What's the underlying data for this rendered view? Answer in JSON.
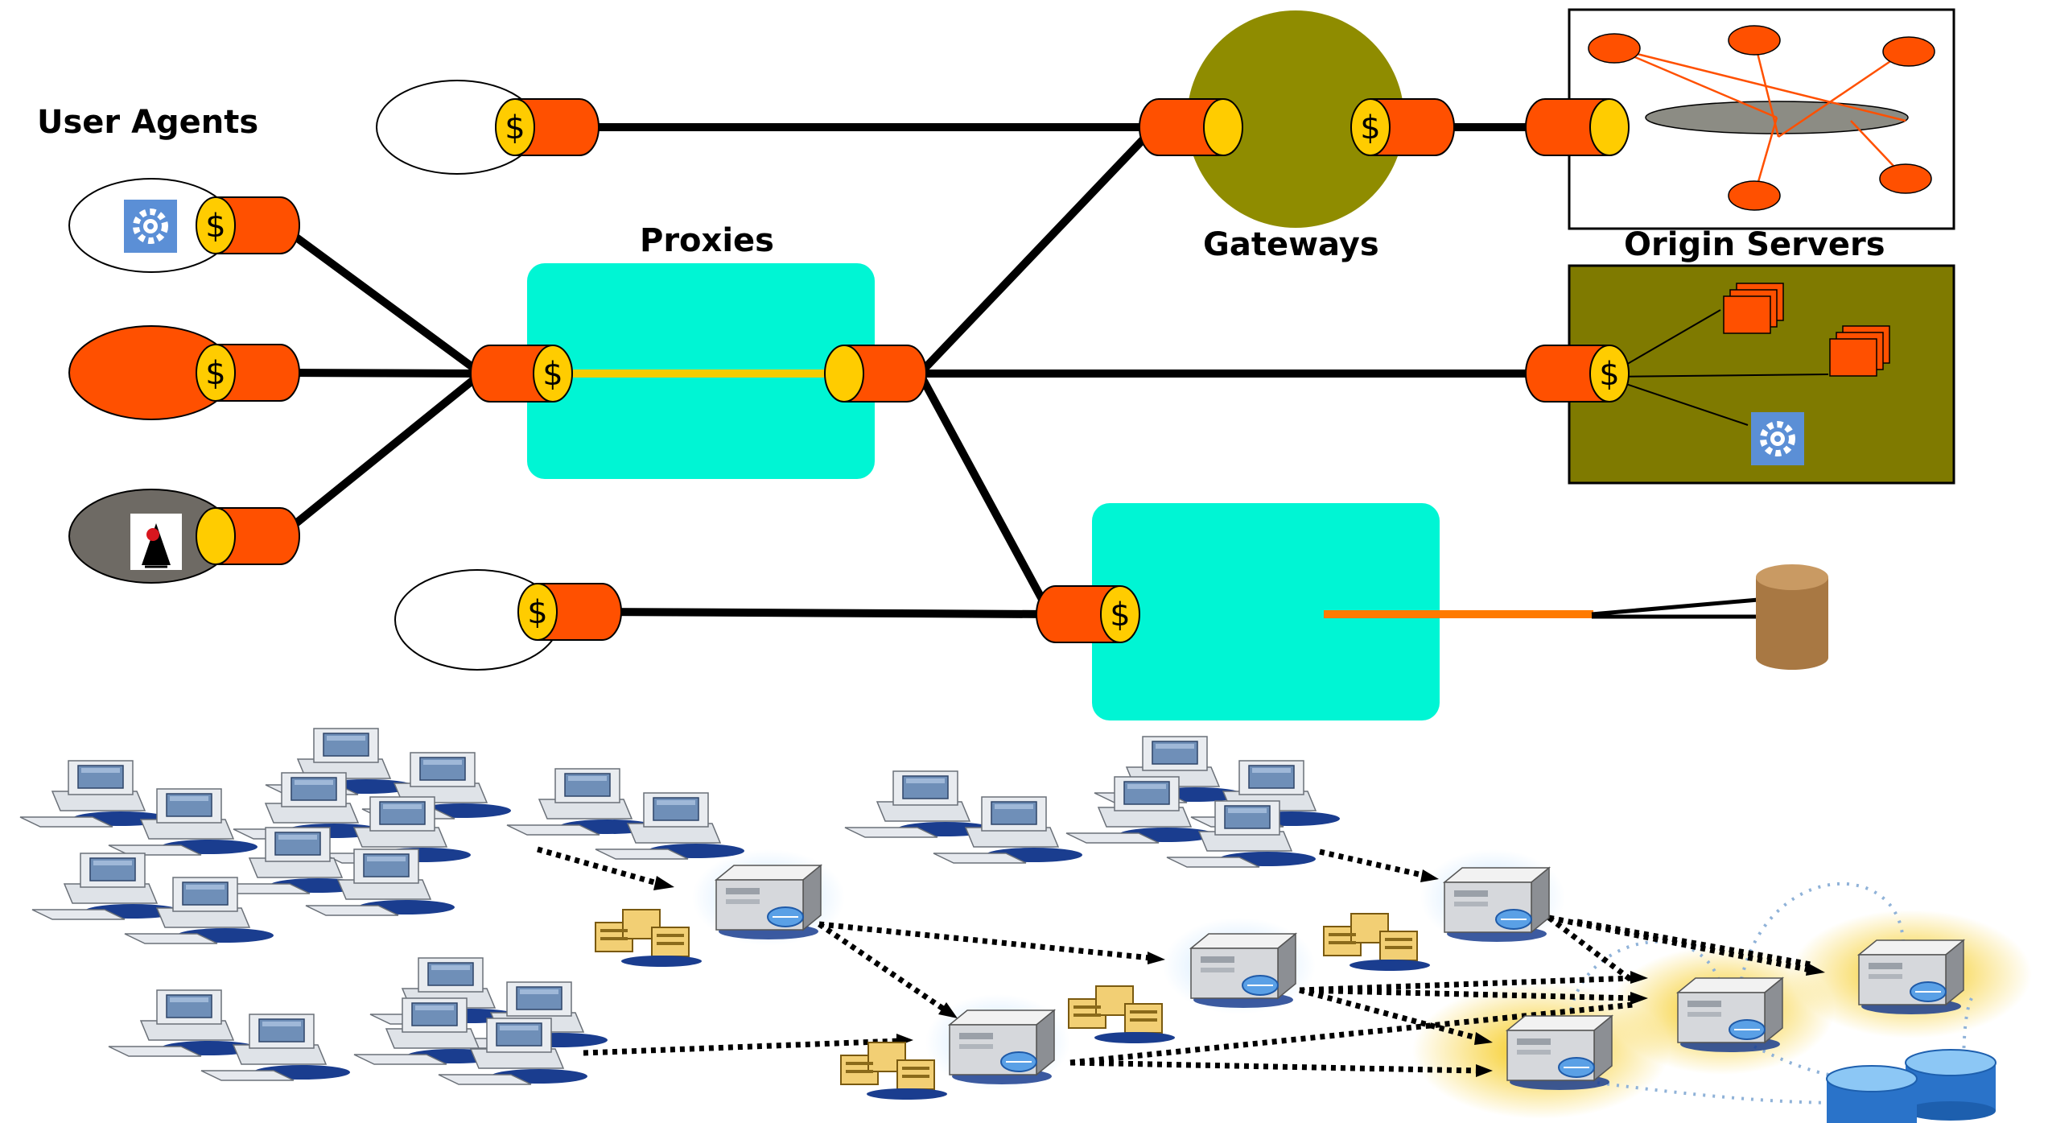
{
  "labels": {
    "user_agents": "User Agents",
    "proxies": "Proxies",
    "gateways": "Gateways",
    "origin_servers": "Origin Servers"
  },
  "cache_symbol": "$",
  "colors": {
    "connector": "#ff5000",
    "cache_disk": "#ffcc00",
    "proxy_box": "#00f5d4",
    "gateway": "#8f8c00",
    "olive_panel": "#7f7a00",
    "link": "#000000",
    "proxy_internal_link": "#f5cc00",
    "tunnel_link": "#ff7a00",
    "database": "#a87843",
    "monitor": "#d9dee5",
    "server_glow": "#f5c400"
  },
  "icons": [
    "gear-icon",
    "java-duke-icon",
    "document-stack-icon",
    "database-icon",
    "desktop-computer-icon",
    "network-server-icon"
  ]
}
